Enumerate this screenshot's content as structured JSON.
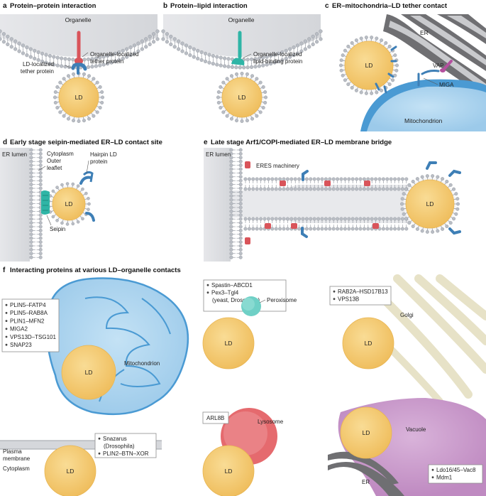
{
  "panels": {
    "a": {
      "letter": "a",
      "title": "Protein–protein interaction",
      "organelle": "Organelle",
      "ld_tether": [
        "LD-localized",
        "tether protein"
      ],
      "org_tether": [
        "Organelle-localized",
        "tether protein"
      ],
      "ld": "LD"
    },
    "b": {
      "letter": "b",
      "title": "Protein–lipid interaction",
      "organelle": "Organelle",
      "lipid_binding": [
        "Organelle-localized",
        "lipid-binding protein"
      ],
      "ld": "LD"
    },
    "c": {
      "letter": "c",
      "title": "ER–mitochondria–LD tether contact",
      "er": "ER",
      "ld": "LD",
      "vap": "VAP",
      "miga": "MIGA",
      "mito": "Mitochondrion"
    },
    "d": {
      "letter": "d",
      "title": "Early stage seipin-mediated ER–LD contact site",
      "er_lumen": "ER lumen",
      "cytoplasm": "Cytoplasm",
      "outer_leaflet": [
        "Outer",
        "leaflet"
      ],
      "hairpin": [
        "Hairpin LD",
        "protein"
      ],
      "ld": "LD",
      "seipin": "Seipin"
    },
    "e": {
      "letter": "e",
      "title": "Late stage Arf1/COPI-mediated ER–LD membrane bridge",
      "er_lumen": "ER lumen",
      "eres": "ERES machinery",
      "ld": "LD"
    },
    "f": {
      "letter": "f",
      "title": "Interacting proteins at various LD–organelle contacts",
      "mito_list": [
        "PLIN5–FATP4",
        "PLIN5–RAB8A",
        "PLIN1–MFN2",
        "MIGA2",
        "VPS13D–TSG101",
        "SNAP23"
      ],
      "mito_label": "Mitochondrion",
      "perox_list": [
        "Spastin–ABCD1",
        "Pex3–Tgl4",
        "(yeast, Drosophila)"
      ],
      "perox_label": "Peroxisome",
      "golgi_list": [
        "RAB2A–HSD17B13",
        "VPS13B"
      ],
      "golgi_label": "Golgi",
      "pm_list": [
        "Snazarus",
        "(Drosophila)",
        "PLIN2–BTN–XOR"
      ],
      "pm_label": [
        "Plasma",
        "membrane"
      ],
      "cytoplasm": "Cytoplasm",
      "lyso_box": "ARL8B",
      "lyso_label": "Lysosome",
      "vac_label": "Vacuole",
      "vac_list": [
        "Ldo16/45–Vac8",
        "Mdm1"
      ],
      "er": "ER",
      "ld": "LD"
    }
  },
  "colors": {
    "ld_fill": "#f3c86b",
    "ld_edge": "#e8b552",
    "membrane": "#b9bdc4",
    "membrane_dark": "#8f949c",
    "mito_fill": "#aed4ee",
    "mito_edge": "#4a9ad3",
    "tether_red": "#d9545a",
    "tether_blue": "#3e7fb6",
    "teal": "#2fb5a6",
    "magenta": "#b4509f",
    "lyso": "#e56a6e",
    "vacuole": "#c89ac9",
    "golgi": "#e7e2c7",
    "er_grey": "#6f6f72"
  }
}
